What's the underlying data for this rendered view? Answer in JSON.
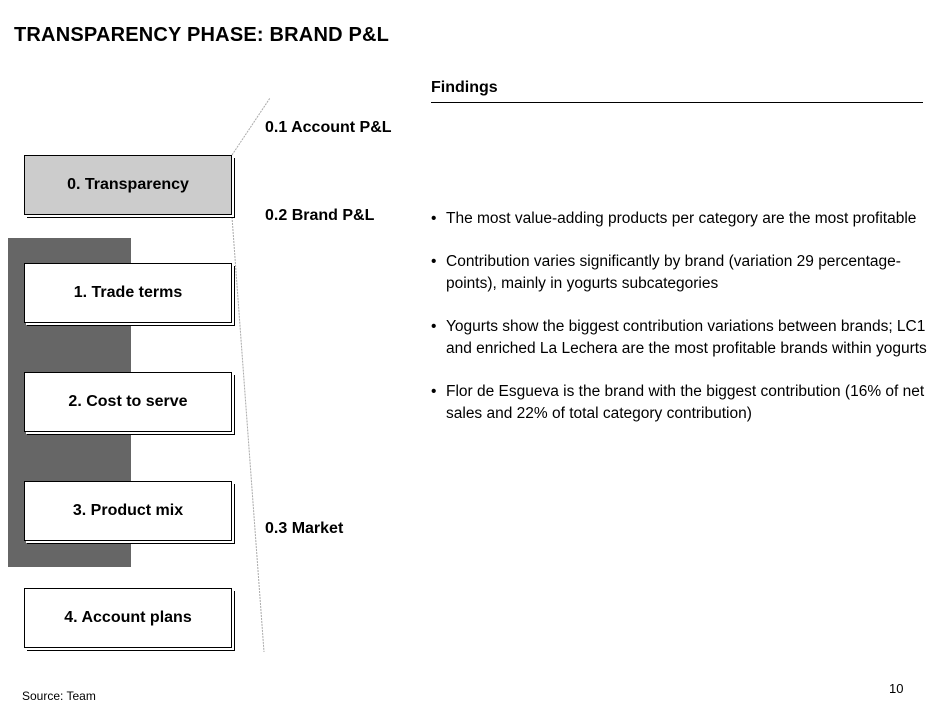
{
  "page": {
    "title": "TRANSPARENCY PHASE: BRAND P&L",
    "findings_header": "Findings",
    "source": "Source: Team",
    "page_number": "10"
  },
  "steps": [
    {
      "label": "0. Transparency",
      "active": true
    },
    {
      "label": "1. Trade terms",
      "active": false
    },
    {
      "label": "2. Cost to serve",
      "active": false
    },
    {
      "label": "3. Product mix",
      "active": false
    },
    {
      "label": "4. Account plans",
      "active": false
    }
  ],
  "subsections": [
    {
      "label": "0.1 Account P&L"
    },
    {
      "label": "0.2 Brand P&L"
    },
    {
      "label": "0.3 Market"
    }
  ],
  "findings": [
    "The most value-adding products per category are the most profitable",
    "Contribution varies significantly by brand (variation 29 percentage-points), mainly in yogurts subcategories",
    "Yogurts show the biggest contribution variations between brands; LC1 and enriched La Lechera are the most profitable brands within yogurts",
    "Flor de Esgueva is the brand with the biggest contribution (16% of net sales and 22% of total category contribution)"
  ],
  "bullet_symbol": "•",
  "colors": {
    "active_step_fill": "#cccccc",
    "band_fill": "#666666"
  }
}
